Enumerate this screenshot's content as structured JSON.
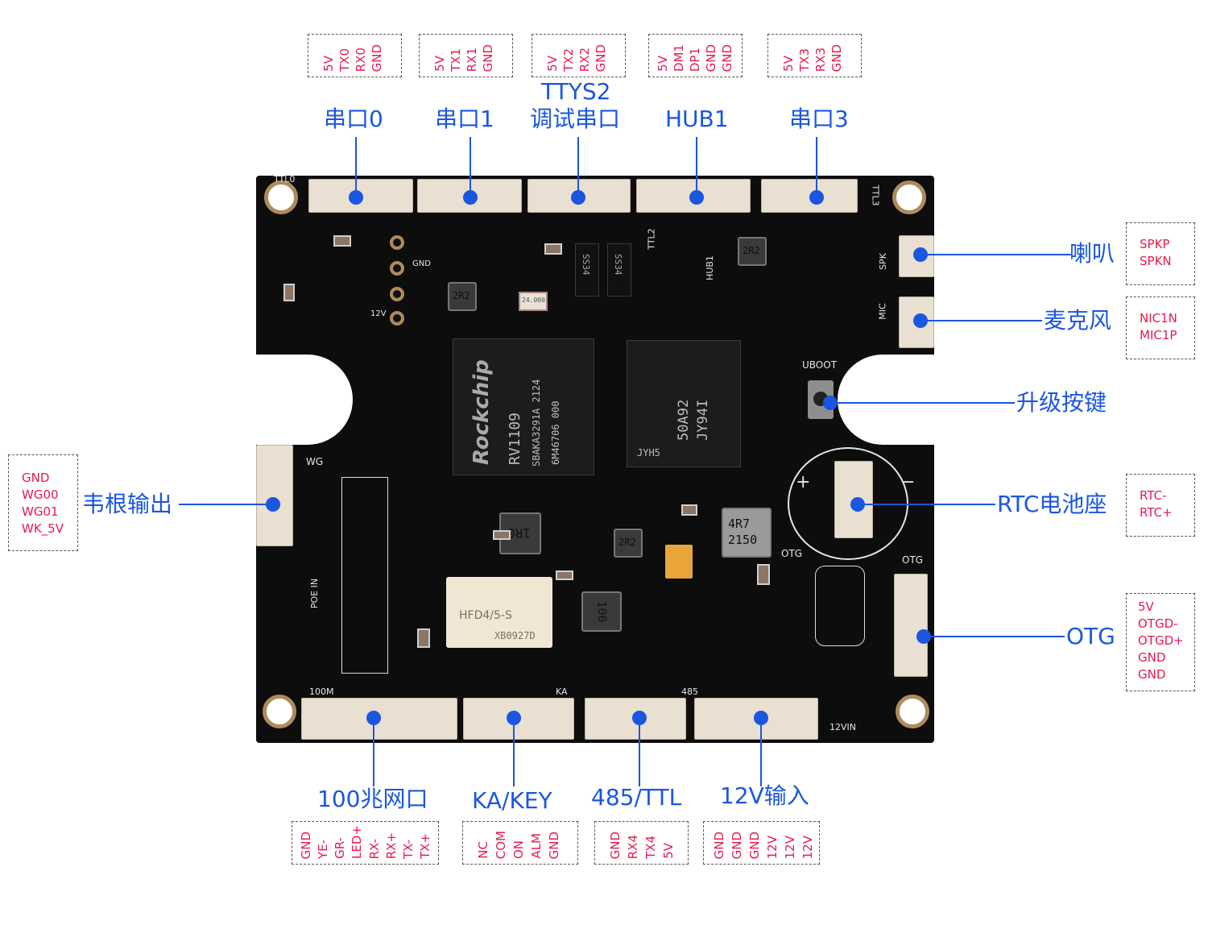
{
  "colors": {
    "label": "#1a56e0",
    "pin": "#e8194e",
    "board": "#0d0d0d"
  },
  "top_connectors": [
    {
      "label": "串口0",
      "pins": [
        "5V",
        "TX0",
        "RX0",
        "GND"
      ]
    },
    {
      "label": "串口1",
      "pins": [
        "5V",
        "TX1",
        "RX1",
        "GND"
      ]
    },
    {
      "label": "调试串口",
      "label_top": "TTYS2",
      "pins": [
        "5V",
        "TX2",
        "RX2",
        "GND"
      ]
    },
    {
      "label": "HUB1",
      "pins": [
        "5V",
        "DM1",
        "DP1",
        "GND",
        "GND"
      ]
    },
    {
      "label": "串口3",
      "pins": [
        "5V",
        "TX3",
        "RX3",
        "GND"
      ]
    }
  ],
  "right_connectors": [
    {
      "label": "喇叭",
      "pins": [
        "SPKP",
        "SPKN"
      ]
    },
    {
      "label": "麦克风",
      "pins": [
        "NIC1N",
        "MIC1P"
      ]
    },
    {
      "label": "升级按键"
    },
    {
      "label": "RTC电池座",
      "pins": [
        "RTC-",
        "RTC+"
      ]
    },
    {
      "label": "OTG",
      "pins": [
        "5V",
        "OTGD-",
        "OTGD+",
        "GND",
        "GND"
      ]
    }
  ],
  "left_connectors": [
    {
      "label": "韦根输出",
      "pins": [
        "GND",
        "WG00",
        "WG01",
        "WK_5V"
      ]
    }
  ],
  "bottom_connectors": [
    {
      "label": "100兆网口",
      "pins": [
        "GND",
        "YE-",
        "GR-",
        "LED+",
        "RX-",
        "RX+",
        "TX-",
        "TX+"
      ]
    },
    {
      "label": "KA/KEY",
      "pins": [
        "NC",
        "COM",
        "ON",
        "ALM",
        "GND"
      ]
    },
    {
      "label": "485/TTL",
      "pins": [
        "GND",
        "RX4",
        "TX4",
        "5V"
      ]
    },
    {
      "label": "12V输入",
      "pins": [
        "GND",
        "GND",
        "GND",
        "12V",
        "12V",
        "12V"
      ]
    }
  ],
  "board": {
    "silkscreen": {
      "ttl0": "TTL0",
      "ttl2": "TTL2",
      "ttl3": "TTL3",
      "hub1": "HUB1",
      "spk": "SPK",
      "mic": "MIC",
      "uboot": "UBOOT",
      "wg": "WG",
      "poe": "POE IN",
      "otg1": "OTG",
      "otg2": "OTG",
      "net": "100M",
      "ka": "KA",
      "r485": "485",
      "vin": "12VIN",
      "gnd": "GND",
      "v12": "12V",
      "plus": "+",
      "minus": "−"
    },
    "soc": {
      "brand": "Rockchip",
      "model": "RV1109",
      "line1": "SBAKA3291A  2124",
      "line2": "6M46706  000"
    },
    "ram": {
      "line1": "50A92",
      "line2": "JY94I",
      "code": "JYH5"
    },
    "relay": {
      "model": "HFD4/5-S",
      "code": "XB0927D"
    },
    "inductors": {
      "l1": "1R0",
      "l2": "2R2",
      "l3": "4R7\n2150",
      "l4": "100",
      "l5": "2R2",
      "l6": "2R2"
    },
    "diodes": {
      "d1": "SS34",
      "d2": "SS34"
    },
    "crystal": "24.000"
  }
}
